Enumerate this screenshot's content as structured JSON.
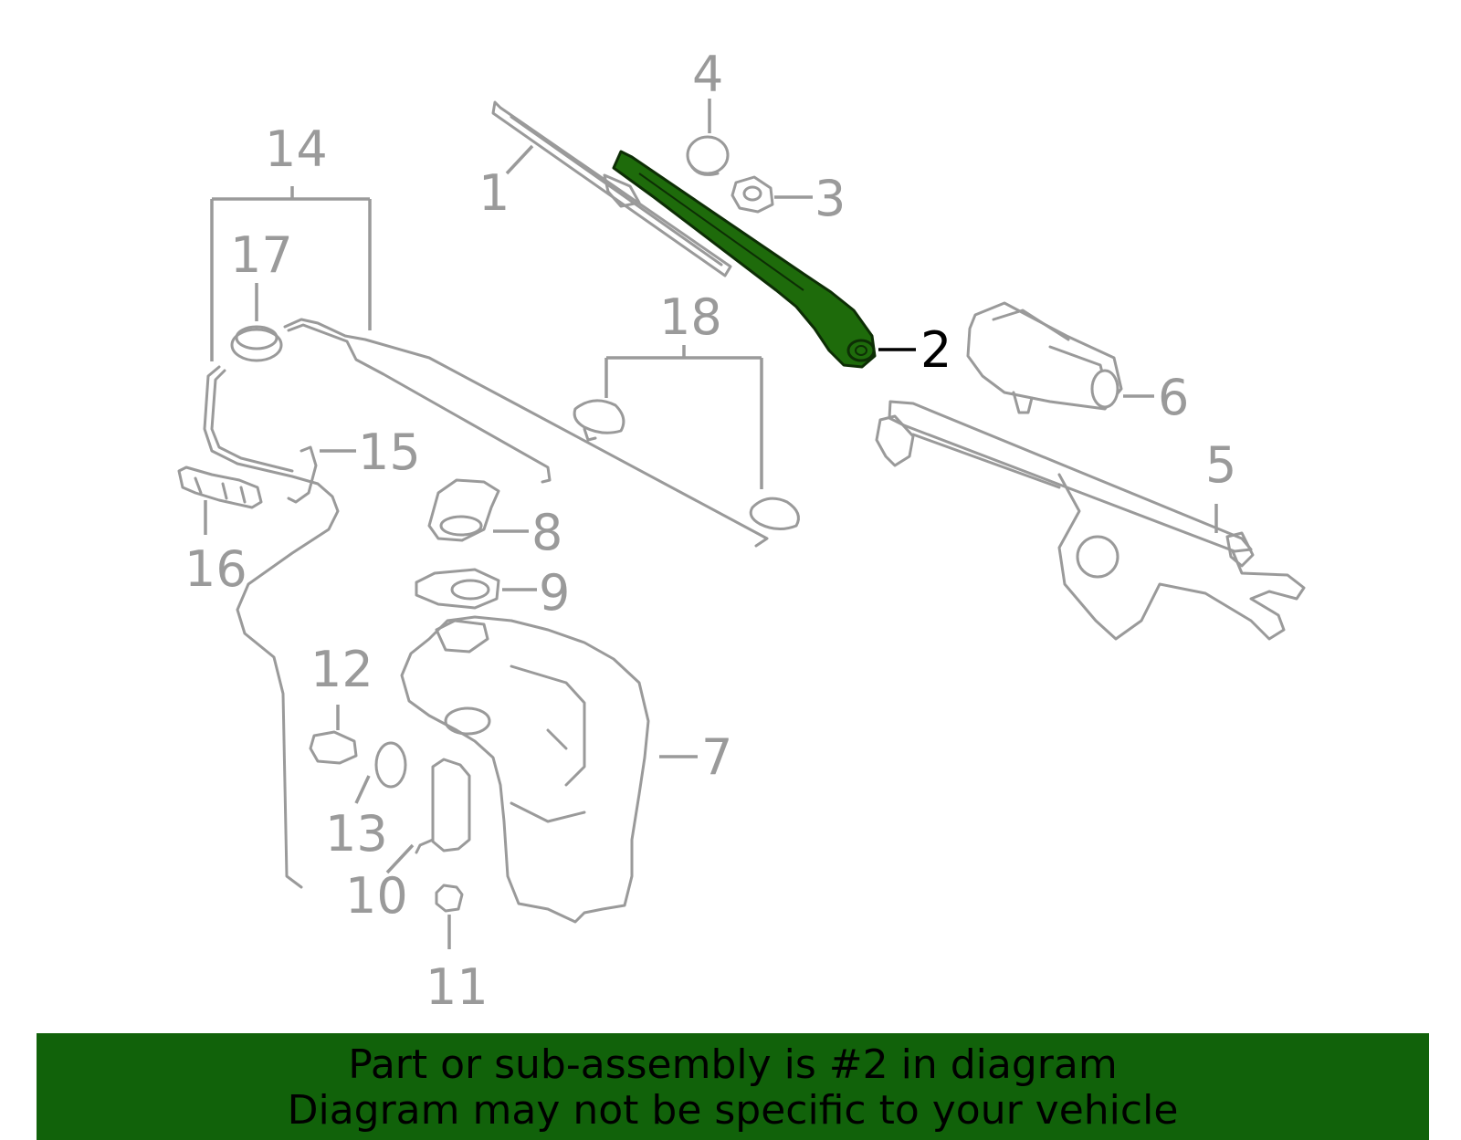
{
  "colors": {
    "highlight": "#1e6b0b",
    "highlight_stroke": "#0d2e05",
    "line_gray": "#9a9a9a",
    "banner_bg": "#11620a"
  },
  "callouts": {
    "c1": "1",
    "c2": "2",
    "c3": "3",
    "c4": "4",
    "c5": "5",
    "c6": "6",
    "c7": "7",
    "c8": "8",
    "c9": "9",
    "c10": "10",
    "c11": "11",
    "c12": "12",
    "c13": "13",
    "c14": "14",
    "c15": "15",
    "c16": "16",
    "c17": "17",
    "c18": "18"
  },
  "banner": {
    "line1": "Part or sub-assembly is #2 in diagram",
    "line2": "Diagram may not be specific to your vehicle"
  }
}
